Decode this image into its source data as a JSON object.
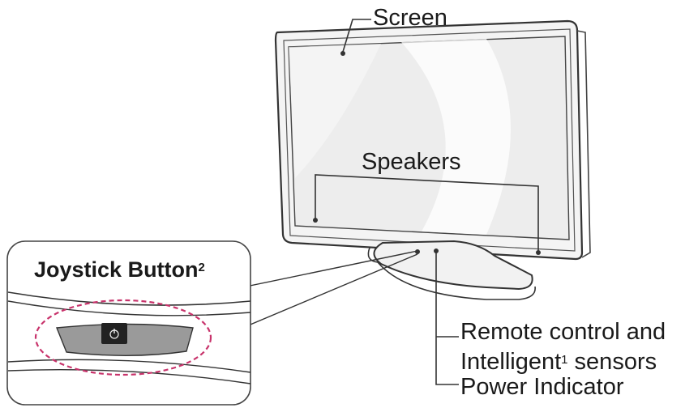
{
  "labels": {
    "screen": "Screen",
    "speakers": "Speakers",
    "joystick": "Joystick Button",
    "joystick_footnote": "2",
    "remote_line1": "Remote control and",
    "remote_line2_a": "Intelligent",
    "remote_footnote": "1",
    "remote_line2_b": " sensors",
    "power": "Power Indicator"
  },
  "icons": {
    "joystick": "power-symbol-icon"
  },
  "colors": {
    "dashed_highlight": "#c8336b",
    "line": "#333333"
  }
}
